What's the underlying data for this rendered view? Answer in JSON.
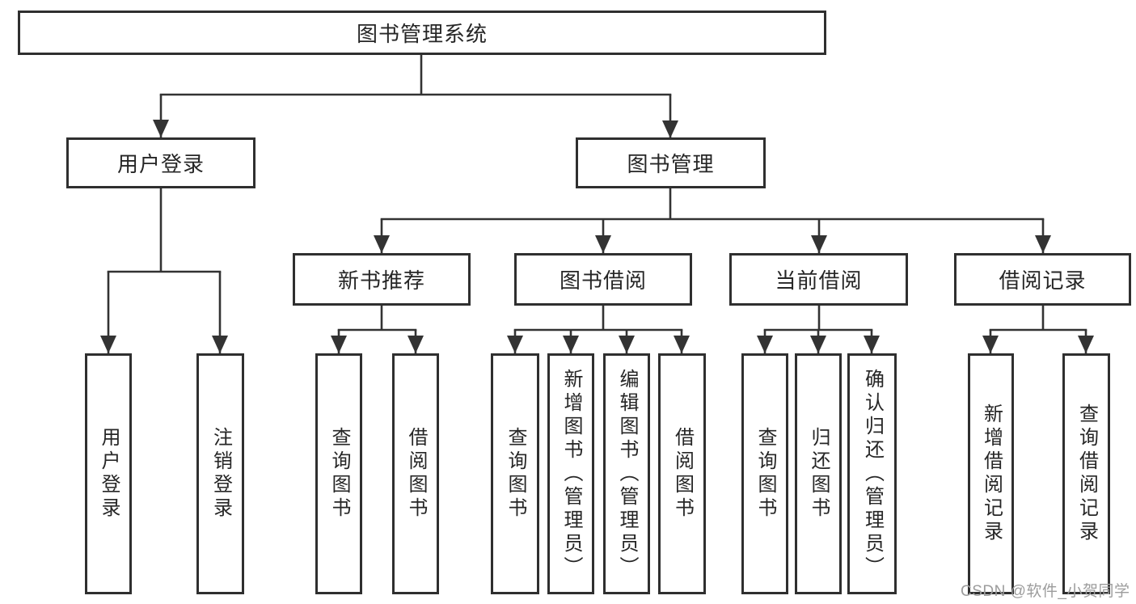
{
  "nodes": {
    "root": "图书管理系统",
    "user_login": "用户登录",
    "book_mgmt": "图书管理",
    "new_book_rec": "新书推荐",
    "book_borrow": "图书借阅",
    "current_borrow": "当前借阅",
    "borrow_record": "借阅记录",
    "ul_login": "用户登录",
    "ul_logout": "注销登录",
    "nb_query": "查询图书",
    "nb_borrow": "借阅图书",
    "bb_query": "查询图书",
    "bb_add": "新增图书（管理员）",
    "bb_edit": "编辑图书（管理员）",
    "bb_borrow": "借阅图书",
    "cb_query": "查询图书",
    "cb_return": "归还图书",
    "cb_confirm": "确认归还（管理员）",
    "br_add": "新增借阅记录",
    "br_query": "查询借阅记录"
  },
  "watermark": "CSDN @软件_小贺同学",
  "colors": {
    "line": "#333333",
    "box_border": "#2f2f2f",
    "text": "#262626",
    "watermark": "#9c9c9c",
    "background": "#ffffff"
  }
}
